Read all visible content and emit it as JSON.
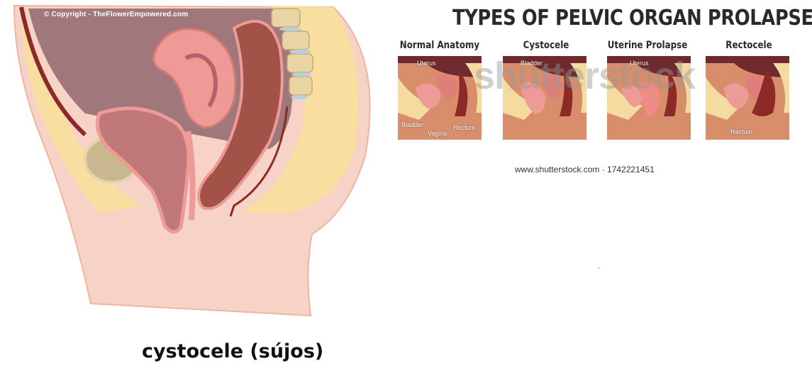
{
  "left_illustration": {
    "copyright": "© Copyright - TheFlowerEmpowered.com",
    "caption": "cystocele (sújos)"
  },
  "infographic": {
    "title": "TYPES OF PELVIC ORGAN PROLAPSE",
    "panels": [
      {
        "title": "Normal Anatomy",
        "labels": [
          "Uterus",
          "Bladder",
          "Vagina",
          "Rectum"
        ]
      },
      {
        "title": "Cystocele",
        "labels": [
          "Bladder"
        ]
      },
      {
        "title": "Uterine Prolapse",
        "labels": [
          "Uterus"
        ]
      },
      {
        "title": "Rectocele",
        "labels": [
          "Rectum"
        ]
      }
    ],
    "watermark": "shutterstock",
    "source": "www.shutterstock.com · 1742221451",
    "stray_mark": "."
  },
  "colors": {
    "skin": "#f6d3c6",
    "bone": "#f8dfa0",
    "organ_pink": "#ee9a96",
    "rectum": "#a35248",
    "cavity": "#a0777a"
  }
}
